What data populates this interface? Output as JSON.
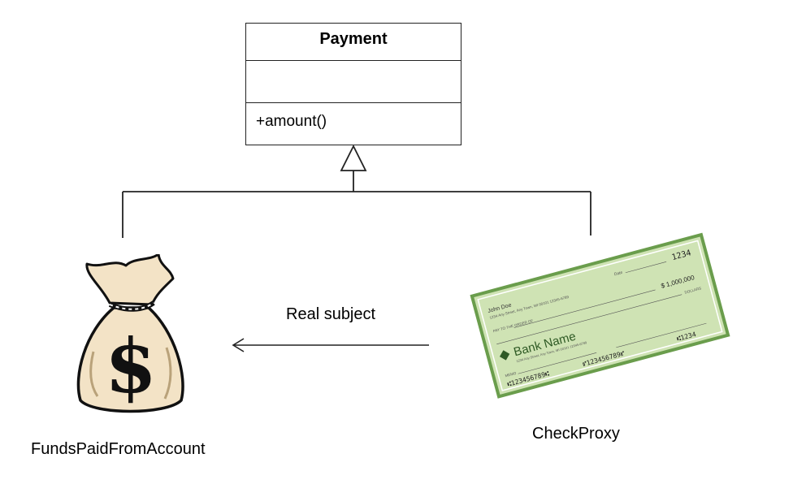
{
  "uml_class": {
    "name": "Payment",
    "attributes": [],
    "operations": [
      "+amount()"
    ]
  },
  "subclasses": {
    "left": {
      "name": "FundsPaidFromAccount",
      "icon": "money-bag-icon",
      "symbol": "$"
    },
    "right": {
      "name": "CheckProxy",
      "icon": "bank-check-icon"
    }
  },
  "association": {
    "label": "Real subject"
  },
  "check": {
    "payer": "John Doe",
    "payer_address": "1234 Any Street, Any Town, WI 00101 12345-6789",
    "number": "1234",
    "date_label": "Date",
    "pay_to_label": "PAY TO THE ORDER OF",
    "amount": "$ 1,000,000",
    "currency_label": "DOLLARS",
    "bank_name": "Bank Name",
    "bank_address": "1234 Any Street, Any Town, WI 00101 12345-6789",
    "memo_label": "MEMO",
    "routing": "⑆123456789⑆",
    "account": "⑈123456789⑈",
    "check_no": "⑆1234"
  },
  "colors": {
    "check_fill": "#cfe3b4",
    "check_border": "#6a9d4c",
    "bag_fill": "#f3e3c6",
    "line": "#222222"
  }
}
